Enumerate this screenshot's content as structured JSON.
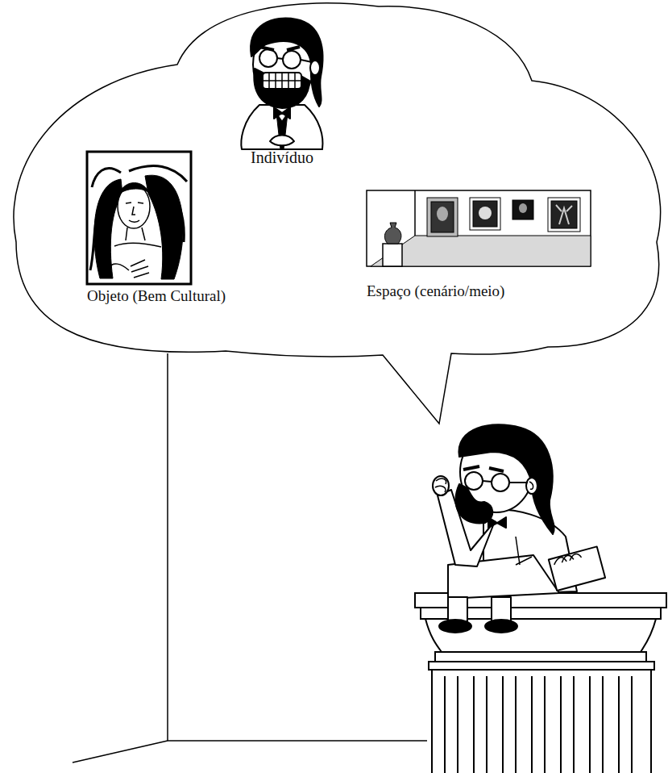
{
  "diagram": {
    "nodes": [
      {
        "text": [
          "Indivíduo",
          "Objeto (Bem Cultural)",
          "Espaço (cenário/meio)"
        ]
      }
    ]
  }
}
